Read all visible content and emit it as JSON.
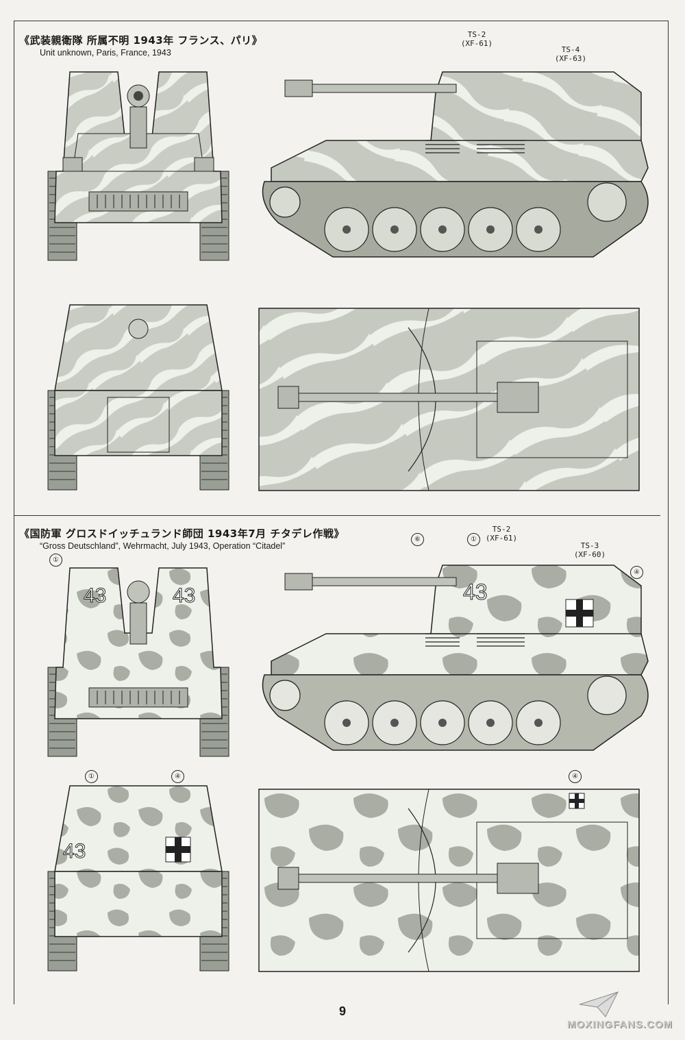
{
  "section1": {
    "title_jp": "《武装親衛隊 所属不明 1943年 フランス、パリ》",
    "title_en": "Unit unknown, Paris, France, 1943",
    "callouts": [
      {
        "code": "TS-2",
        "paint": "(XF-61)"
      },
      {
        "code": "TS-4",
        "paint": "(XF-63)"
      }
    ]
  },
  "section2": {
    "title_jp": "《国防軍 グロスドイッチュランド師団 1943年7月 チタデレ作戦》",
    "title_en": "“Gross Deutschland”, Wehrmacht, July 1943, Operation “Citadel”",
    "callouts": [
      {
        "code": "TS-2",
        "paint": "(XF-61)"
      },
      {
        "code": "TS-3",
        "paint": "(XF-60)"
      }
    ],
    "markers": [
      "①",
      "④",
      "⑥"
    ],
    "hull_number": "43"
  },
  "page_number": "9",
  "watermark": "MOXINGFANS.COM",
  "colors": {
    "base": "#cfd2c8",
    "stripe_light": "#eeefea",
    "stripe_dark": "#8f958c",
    "line": "#222222"
  }
}
